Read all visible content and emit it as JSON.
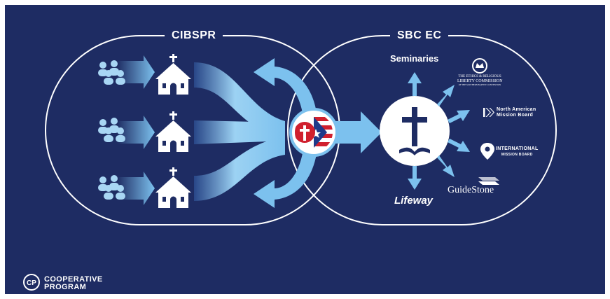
{
  "header": {
    "left_title": "CIBSPR",
    "right_title": "SBC EC"
  },
  "destinations": {
    "seminaries": "Seminaries",
    "erlc": [
      "THE ETHICS & RELIGIOUS",
      "LIBERTY COMMISSION",
      "OF THE SOUTHERN BAPTIST CONVENTION"
    ],
    "namb": [
      "North American",
      "Mission Board"
    ],
    "imb": [
      "INTERNATIONAL",
      "MISSION BOARD"
    ],
    "lifeway": "Lifeway",
    "guidestone": "GuideStone"
  },
  "footer": {
    "logo_line1": "COOPERATIVE",
    "logo_line2": "PROGRAM",
    "logo_mark": "CP"
  },
  "colors": {
    "background": "#1e2c63",
    "arrow_light": "#7cc1ee",
    "arrow_mid": "#4fa6e0",
    "accent_red": "#d0202e",
    "white": "#ffffff"
  }
}
